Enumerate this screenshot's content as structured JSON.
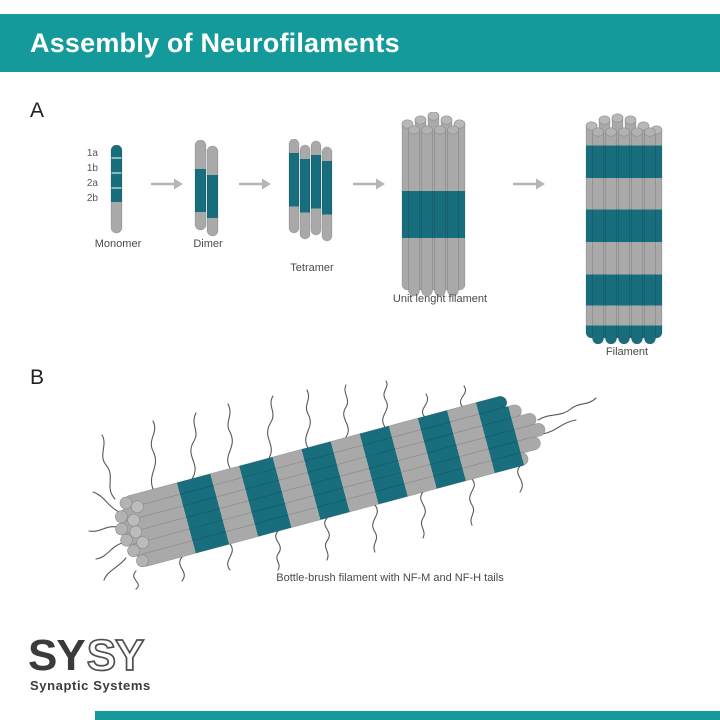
{
  "header": {
    "title": "Assembly of Neurofilaments",
    "bg_color": "#149a9a"
  },
  "panel_a": {
    "label": "A",
    "subunit_labels": [
      "1a",
      "1b",
      "2a",
      "2b"
    ],
    "stages": [
      {
        "label": "Monomer"
      },
      {
        "label": "Dimer"
      },
      {
        "label": "Tetramer"
      },
      {
        "label": "Unit lenght filament"
      },
      {
        "label": "Filament"
      }
    ]
  },
  "panel_b": {
    "label": "B",
    "caption": "Bottle-brush filament with NF-M and NF-H tails"
  },
  "footer": {
    "logo_part1": "SY",
    "logo_part2": "SY",
    "tagline": "Synaptic Systems"
  },
  "colors": {
    "header_teal": "#149a9a",
    "rod_teal": "#186e7d",
    "rod_gray": "#a9a9a9"
  }
}
